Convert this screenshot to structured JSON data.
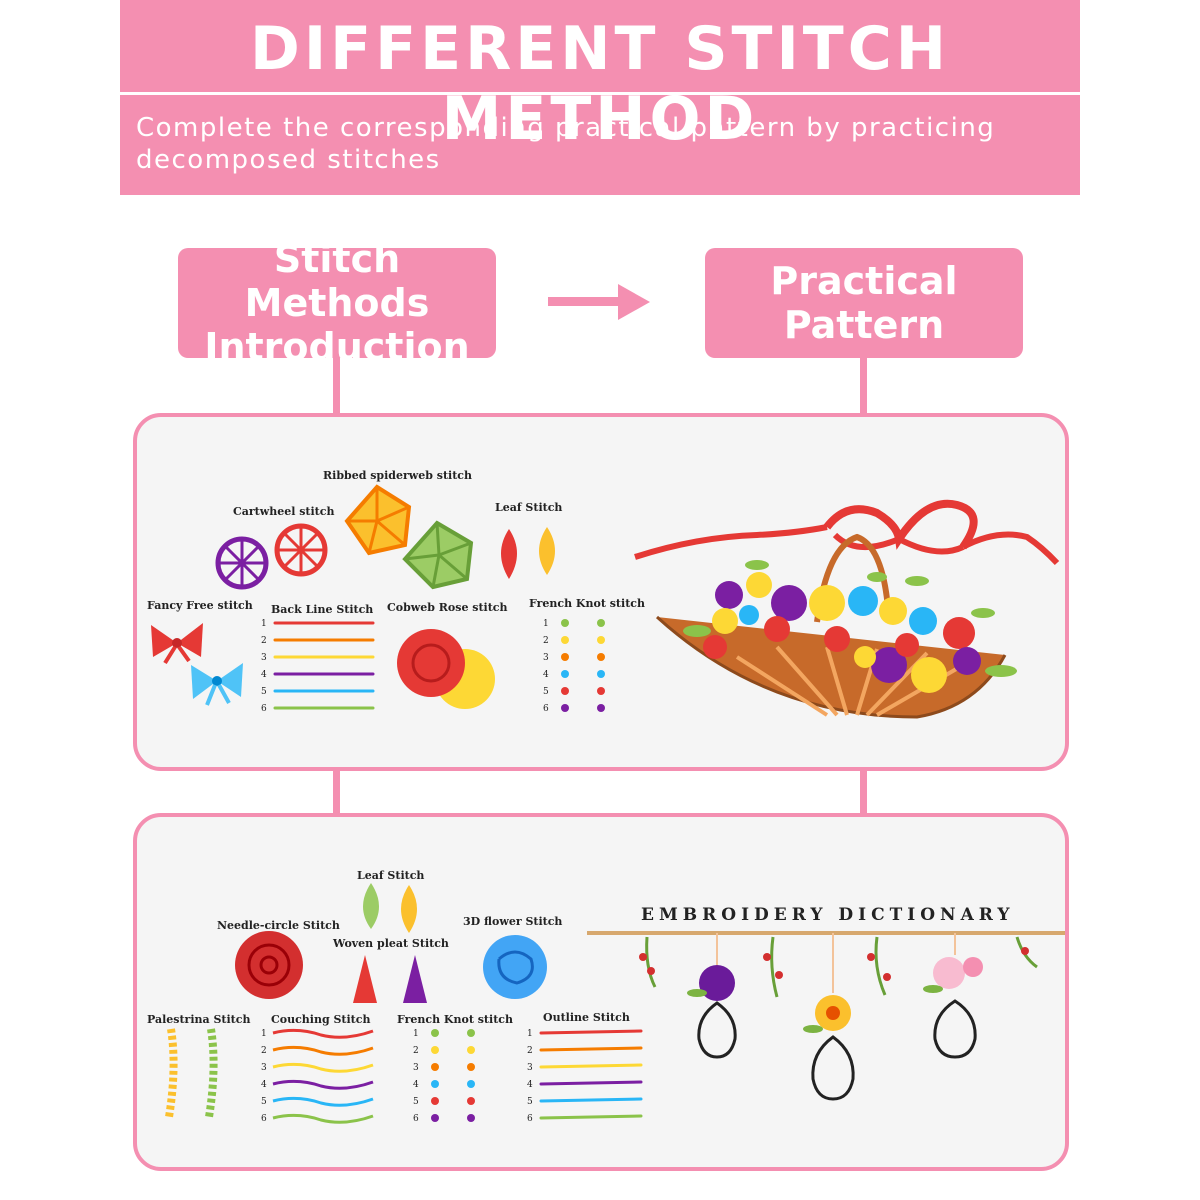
{
  "header": {
    "title": "DIFFERENT STITCH METHOD",
    "subtitle": "Complete the corresponding practical pattern by practicing decomposed stitches"
  },
  "flow": {
    "left_box": "Stitch Methods Introduction",
    "right_box": "Practical Pattern"
  },
  "panel1": {
    "labels": {
      "ribbed": "Ribbed spiderweb stitch",
      "cartwheel": "Cartwheel stitch",
      "leaf": "Leaf Stitch",
      "fancy": "Fancy Free stitch",
      "backline": "Back Line Stitch",
      "cobweb": "Cobweb Rose stitch",
      "french": "French Knot stitch"
    },
    "numbers": [
      "1",
      "2",
      "3",
      "4",
      "5",
      "6"
    ]
  },
  "panel2": {
    "labels": {
      "leaf": "Leaf Stitch",
      "needle": "Needle-circle Stitch",
      "woven": "Woven pleat Stitch",
      "flower3d": "3D flower Stitch",
      "palestrina": "Palestrina Stitch",
      "couching": "Couching Stitch",
      "french": "French Knot stitch",
      "outline": "Outline Stitch"
    },
    "dictionary_title": "EMBROIDERY DICTIONARY",
    "numbers": [
      "1",
      "2",
      "3",
      "4",
      "5",
      "6"
    ]
  },
  "colors": {
    "pink": "#f48fb1",
    "red": "#e53935",
    "orange": "#f57c00",
    "yellow": "#fdd835",
    "blue": "#29b6f6",
    "purple": "#7b1fa2",
    "green": "#8bc34a"
  }
}
